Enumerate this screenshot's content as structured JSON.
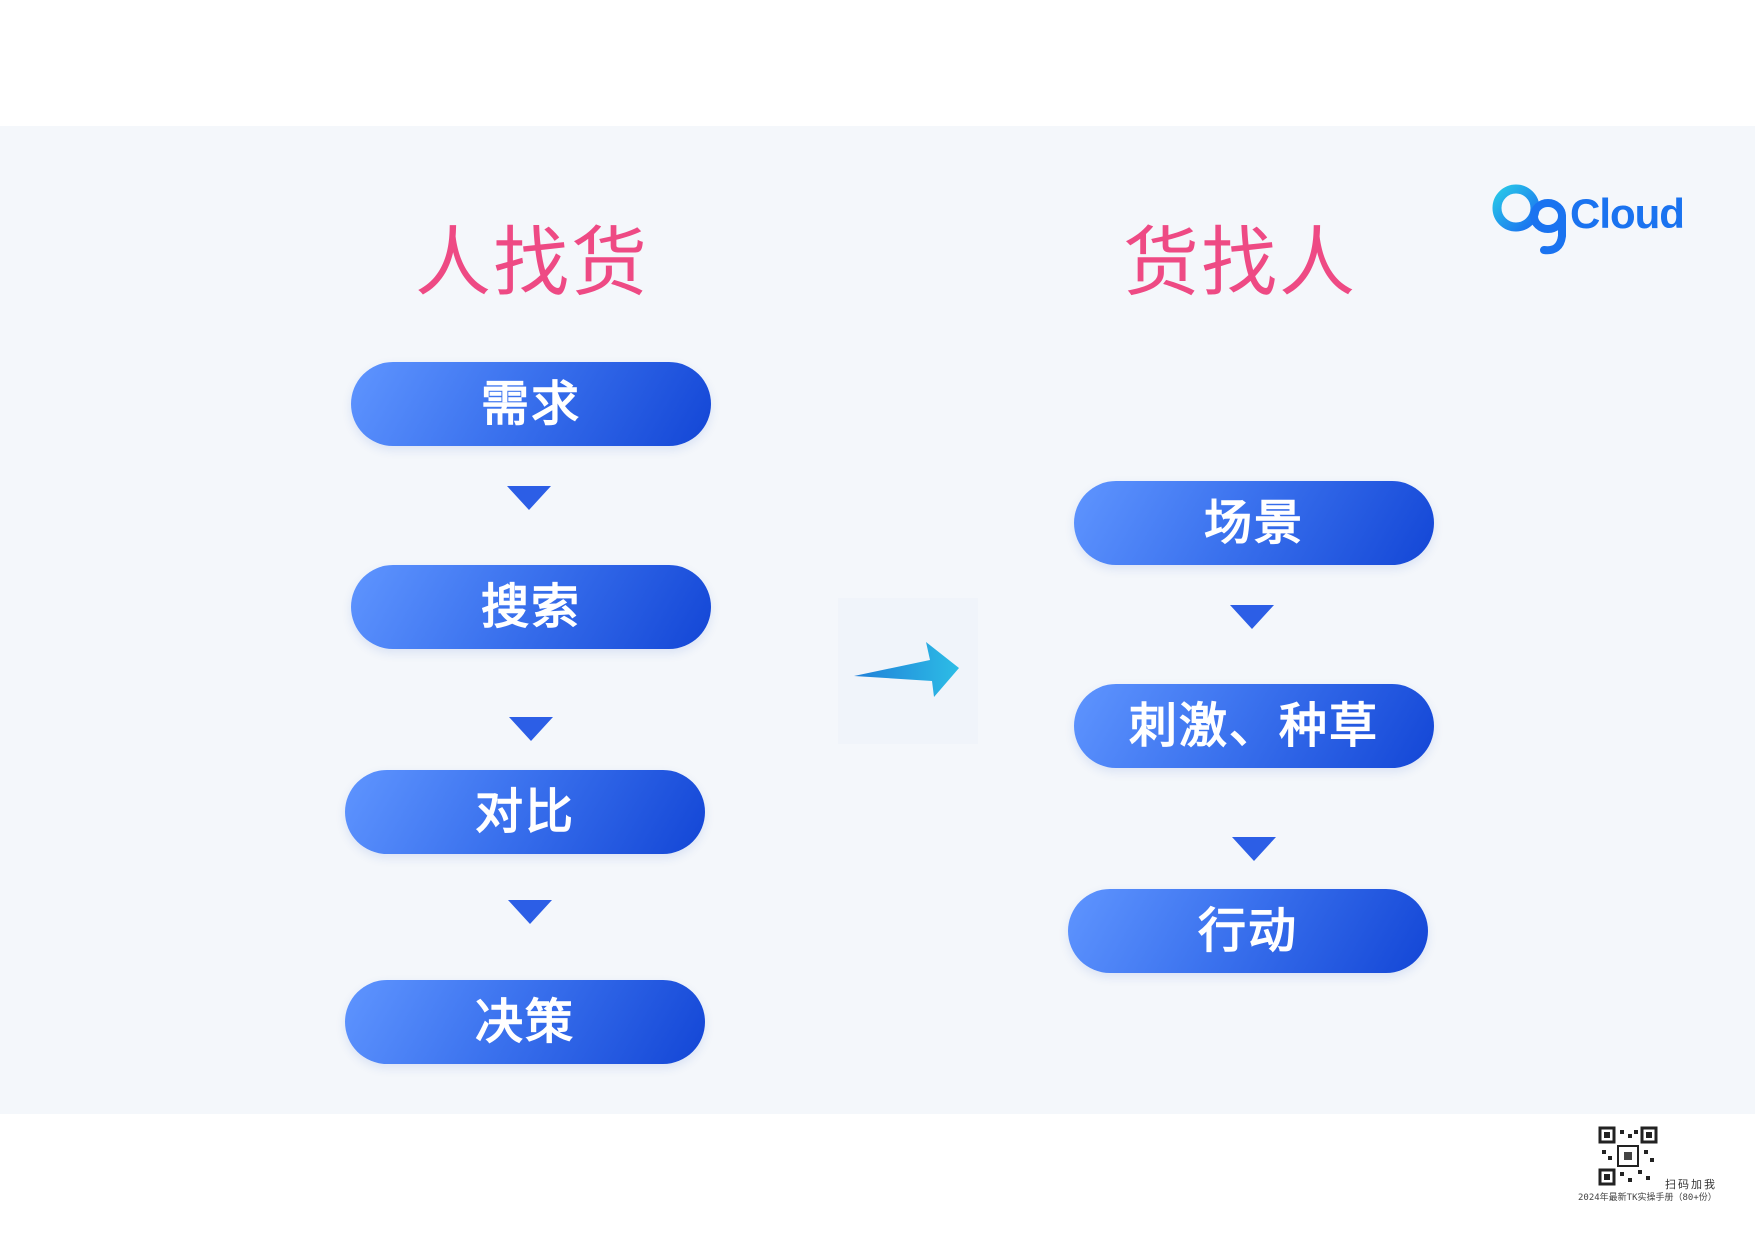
{
  "logo": {
    "text": "OgCloud"
  },
  "left": {
    "heading": "人找货",
    "steps": [
      "需求",
      "搜索",
      "对比",
      "决策"
    ]
  },
  "right": {
    "heading": "货找人",
    "steps": [
      "场景",
      "刺激、种草",
      "行动"
    ]
  },
  "footer": {
    "qr_caption": "扫码加我",
    "note": "2024年最新TK实操手册（80+份）"
  },
  "colors": {
    "heading": "#ee4a84",
    "pill_start": "#5f95ff",
    "pill_end": "#1346d6",
    "arrow": "#29b0e0",
    "triangle": "#2c5ee6",
    "logo_blue": "#1f8ff0"
  },
  "icons": [
    "arrow-right-icon",
    "chevron-down-icon",
    "qr-code-icon"
  ]
}
